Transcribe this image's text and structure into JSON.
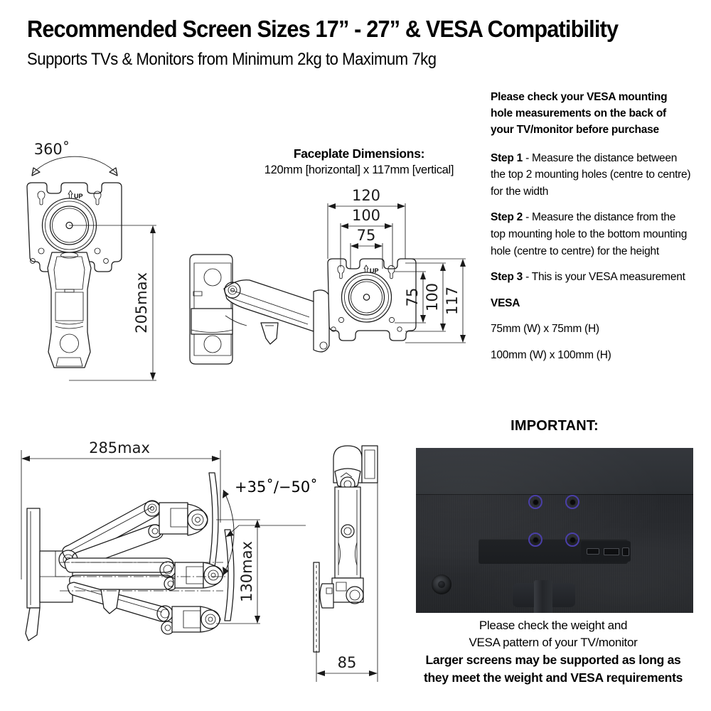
{
  "header": {
    "title": "Recommended Screen Sizes 17” - 27” & VESA Compatibility",
    "subtitle": "Supports TVs & Monitors from Minimum 2kg to Maximum 7kg"
  },
  "faceplate": {
    "caption_title": "Faceplate Dimensions:",
    "caption_value": "120mm [horizontal] x 117mm [vertical]",
    "dim_width_outer": "120",
    "dim_width_mid": "100",
    "dim_width_inner": "75",
    "dim_height_inner": "75",
    "dim_height_mid": "100",
    "dim_height_outer": "117",
    "up_marking": "UP"
  },
  "top_left_view": {
    "rotation_label": "360˚",
    "height_label": "205max",
    "up_marking": "UP"
  },
  "bottom_left_view": {
    "extension_label": "285max",
    "tilt_label": "+35˚/−50˚",
    "height_label": "130max",
    "depth_label": "85"
  },
  "instructions": {
    "lead": "Please check your VESA mounting hole measurements on the back of your TV/monitor before purchase",
    "steps": [
      {
        "label": "Step 1",
        "text": " - Measure the distance between the top 2 mounting holes (centre to centre) for the width"
      },
      {
        "label": "Step 2",
        "text": " - Measure the distance from the top mounting hole to the bottom mounting hole (centre to centre) for the height"
      },
      {
        "label": "Step 3",
        "text": " - This is your VESA measurement"
      }
    ],
    "vesa_heading": "VESA",
    "vesa_options": [
      "75mm (W) x 75mm (H)",
      "100mm (W) x 100mm (H)"
    ]
  },
  "important": {
    "heading": "IMPORTANT:",
    "note_line1": "Please check the weight and",
    "note_line2": "VESA pattern of your TV/monitor",
    "note_bold1": "Larger screens may be supported as long as",
    "note_bold2": "they meet the weight and VESA requirements"
  },
  "colors": {
    "vesa_hole_ring": "#4a3fa8",
    "line": "#1a1a1a",
    "monitor_body": "#2b2e32"
  }
}
